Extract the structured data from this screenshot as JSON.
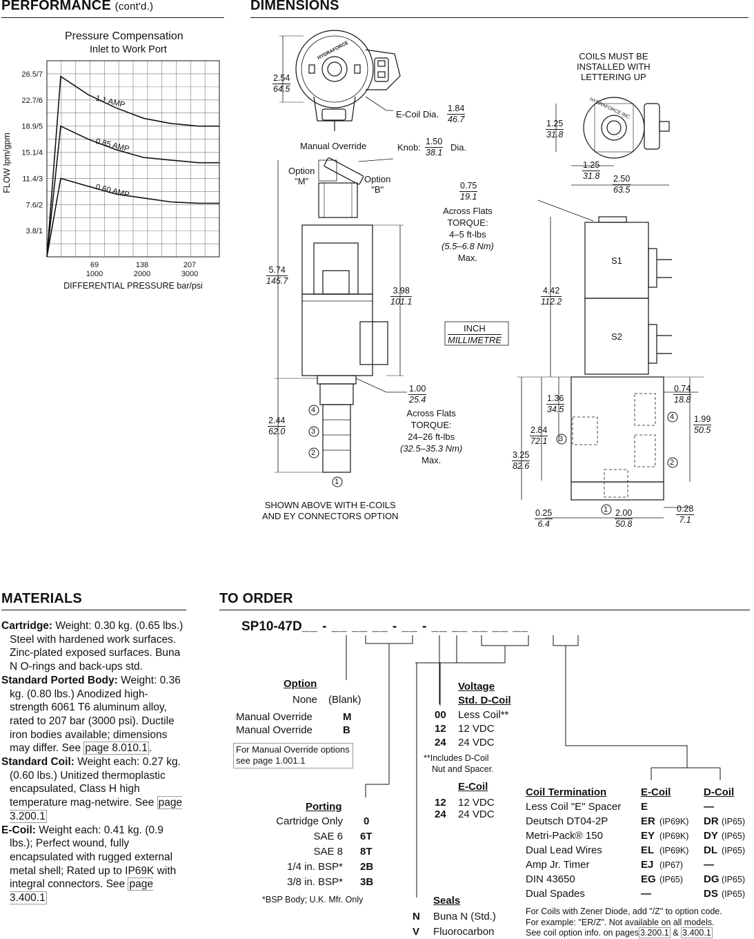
{
  "performance": {
    "title": "PERFORMANCE",
    "title_suffix": "(cont'd.)",
    "chart_title": "Pressure Compensation",
    "chart_subtitle": "Inlet to Work Port"
  },
  "chart_data": {
    "type": "line",
    "title": "Pressure Compensation",
    "subtitle": "Inlet to Work Port",
    "xlabel": "DIFFERENTIAL PRESSURE  bar/psi",
    "ylabel": "FLOW lpm/gpm",
    "x_ticks": [
      {
        "bar": "69",
        "psi": "1000"
      },
      {
        "bar": "138",
        "psi": "2000"
      },
      {
        "bar": "207",
        "psi": "3000"
      }
    ],
    "y_ticks": [
      "26.5/7",
      "22.7/6",
      "18.9/5",
      "15.1/4",
      "11.4/3",
      "7.6/2",
      "3.8/1"
    ],
    "xlim": [
      0,
      250
    ],
    "ylim": [
      0,
      7.5
    ],
    "grid": true,
    "series": [
      {
        "name": "1.1 AMP",
        "x": [
          0,
          20,
          60,
          100,
          140,
          180,
          220,
          250
        ],
        "y": [
          0,
          6.9,
          6.2,
          5.7,
          5.3,
          5.1,
          5.0,
          5.0
        ]
      },
      {
        "name": "0.85 AMP",
        "x": [
          0,
          20,
          60,
          100,
          140,
          180,
          220,
          250
        ],
        "y": [
          0,
          5.0,
          4.5,
          4.1,
          3.8,
          3.7,
          3.6,
          3.6
        ]
      },
      {
        "name": "0.60 AMP",
        "x": [
          0,
          20,
          60,
          100,
          140,
          180,
          220,
          250
        ],
        "y": [
          0,
          3.0,
          2.7,
          2.4,
          2.25,
          2.1,
          2.05,
          2.05
        ]
      }
    ]
  },
  "dimensions": {
    "title": "DIMENSIONS",
    "labels": {
      "coils_note": [
        "COILS MUST BE",
        "INSTALLED WITH",
        "LETTERING UP"
      ],
      "ecoil_dia": "E-Coil Dia.",
      "manual_override": "Manual Override",
      "knob": "Knob:",
      "dia": "Dia.",
      "option_m": [
        "Option",
        "\"M\""
      ],
      "option_b": [
        "Option",
        "\"B\""
      ],
      "across_flats_1": [
        "Across Flats",
        "TORQUE:",
        "4–5 ft-lbs",
        "(5.5–6.8 Nm)",
        "Max."
      ],
      "across_flats_2": [
        "Across Flats",
        "TORQUE:",
        "24–26 ft-lbs",
        "(32.5–35.3 Nm)",
        "Max."
      ],
      "unit_inch": "INCH",
      "unit_mm": "MILLIMETRE",
      "shown_above": [
        "SHOWN ABOVE WITH E-COILS",
        "AND EY CONNECTORS OPTION"
      ],
      "s1": "S1",
      "s2": "S2",
      "brand": "HYDRAFORCE",
      "coil_text": "HYDRAFORCE INC.",
      "ports": [
        "1",
        "2",
        "3",
        "4"
      ]
    },
    "values": {
      "d254": [
        "2.54",
        "64.5"
      ],
      "d184": [
        "1.84",
        "46.7"
      ],
      "d150": [
        "1.50",
        "38.1"
      ],
      "d125a": [
        "1.25",
        "31.8"
      ],
      "d125b": [
        "1.25",
        "31.8"
      ],
      "d250": [
        "2.50",
        "63.5"
      ],
      "d075": [
        "0.75",
        "19.1"
      ],
      "d574": [
        "5.74",
        "145.7"
      ],
      "d398": [
        "3.98",
        "101.1"
      ],
      "d442": [
        "4.42",
        "112.2"
      ],
      "d100": [
        "1.00",
        "25.4"
      ],
      "d244": [
        "2.44",
        "62.0"
      ],
      "d074": [
        "0.74",
        "18.8"
      ],
      "d136": [
        "1.36",
        "34.5"
      ],
      "d199": [
        "1.99",
        "50.5"
      ],
      "d284": [
        "2.84",
        "72.1"
      ],
      "d325": [
        "3.25",
        "82.6"
      ],
      "d025": [
        "0.25",
        "6.4"
      ],
      "d200": [
        "2.00",
        "50.8"
      ],
      "d028": [
        "0.28",
        "7.1"
      ]
    }
  },
  "materials": {
    "title": "MATERIALS",
    "cartridge_label": "Cartridge:",
    "cartridge_text": " Weight: 0.30 kg. (0.65 lbs.) Steel with hardened work surfaces. Zinc-plated exposed surfaces. Buna N O-rings and back-ups std.",
    "body_label": "Standard Ported Body:",
    "body_text": " Weight: 0.36 kg. (0.80 lbs.) Anodized high-strength 6061 T6 aluminum alloy, rated to 207 bar (3000 psi). Ductile iron bodies available; dimensions may differ. See ",
    "body_link": "page 8.010.1",
    "body_end": ".",
    "coil_label": "Standard Coil:",
    "coil_text": " Weight each: 0.27 kg. (0.60 lbs.) Unitized thermoplastic encapsulated, Class H high temperature mag-netwire. See ",
    "coil_link": "page 3.200.1",
    "ecoil_label": "E-Coil:",
    "ecoil_text": " Weight each: 0.41 kg. (0.9 lbs.); Perfect wound, fully encapsulated with rugged external metal shell; Rated up to IP69K with integral connectors. See ",
    "ecoil_link": "page 3.400.1"
  },
  "order": {
    "title": "TO ORDER",
    "model": "SP10-47D",
    "option": {
      "header": "Option",
      "rows": [
        [
          "None",
          "(Blank)"
        ],
        [
          "Manual Override",
          "M"
        ],
        [
          "Manual Override",
          "B"
        ]
      ],
      "note": [
        "For Manual Override options",
        "see page 1.001.1"
      ]
    },
    "porting": {
      "header": "Porting",
      "rows": [
        [
          "Cartridge Only",
          "0"
        ],
        [
          "SAE 6",
          "6T"
        ],
        [
          "SAE 8",
          "8T"
        ],
        [
          "1/4 in. BSP*",
          "2B"
        ],
        [
          "3/8 in. BSP*",
          "3B"
        ]
      ],
      "note": "*BSP Body; U.K. Mfr. Only"
    },
    "seals": {
      "header": "Seals",
      "rows": [
        [
          "N",
          "Buna N (Std.)"
        ],
        [
          "V",
          "Fluorocarbon"
        ]
      ]
    },
    "voltage": {
      "header": "Voltage",
      "subheader": "Std. D-Coil",
      "rows": [
        [
          "00",
          "Less Coil**"
        ],
        [
          "12",
          "12 VDC"
        ],
        [
          "24",
          "24 VDC"
        ]
      ],
      "note": [
        "**Includes D-Coil",
        "Nut and Spacer."
      ],
      "ecoil_header": "E-Coil",
      "ecoil_rows": [
        [
          "12",
          "12 VDC"
        ],
        [
          "24",
          "24 VDC"
        ]
      ]
    },
    "termination": {
      "headers": [
        "Coil Termination",
        "E-Coil",
        "D-Coil"
      ],
      "rows": [
        [
          "Less Coil \"E\" Spacer",
          "E",
          "",
          "—",
          ""
        ],
        [
          "Deutsch DT04-2P",
          "ER",
          "(IP69K)",
          "DR",
          "(IP65)"
        ],
        [
          "Metri-Pack® 150",
          "EY",
          "(IP69K)",
          "DY",
          "(IP65)"
        ],
        [
          "Dual Lead Wires",
          "EL",
          "(IP69K)",
          "DL",
          "(IP65)"
        ],
        [
          "Amp Jr. Timer",
          "EJ",
          "(IP67)",
          "—",
          ""
        ],
        [
          "DIN 43650",
          "EG",
          "(IP65)",
          "DG",
          "(IP65)"
        ],
        [
          "Dual Spades",
          "—",
          "",
          "DS",
          "(IP65)"
        ]
      ],
      "note": [
        "For Coils with Zener Diode, add \"/Z\" to option code.",
        "For example: \"ER/Z\". Not available on all models.",
        "See coil option info. on pages"
      ],
      "note_link1": "3.200.1",
      "note_amp": "&",
      "note_link2": "3.400.1"
    }
  }
}
